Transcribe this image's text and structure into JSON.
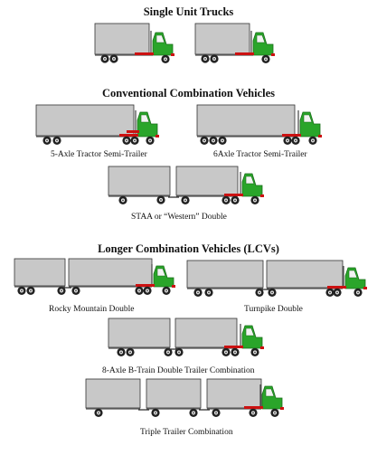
{
  "sections": [
    {
      "heading": "Single Unit Trucks",
      "vehicles": [
        {
          "id": "single-unit-truck-1",
          "caption": ""
        },
        {
          "id": "single-unit-truck-2",
          "caption": ""
        }
      ]
    },
    {
      "heading": "Conventional Combination Vehicles",
      "vehicles": [
        {
          "id": "five-axle-semi",
          "caption": "5-Axle Tractor Semi-Trailer"
        },
        {
          "id": "six-axle-semi",
          "caption": "6Axle Tractor Semi-Trailer"
        },
        {
          "id": "staa-western-double",
          "caption": "STAA or “Western” Double"
        }
      ]
    },
    {
      "heading": "Longer Combination Vehicles (LCVs)",
      "vehicles": [
        {
          "id": "rocky-mountain-double",
          "caption": "Rocky Mountain Double"
        },
        {
          "id": "turnpike-double",
          "caption": "Turnpike Double"
        },
        {
          "id": "eight-axle-b-train",
          "caption": "8-Axle B-Train Double Trailer Combination"
        },
        {
          "id": "triple-trailer",
          "caption": "Triple Trailer Combination"
        }
      ]
    }
  ],
  "colors": {
    "trailer_fill": "#c8c8c8",
    "trailer_stroke": "#333333",
    "cab_green": "#2aa52a",
    "cab_dark": "#1a6e1a",
    "bumper_red": "#cc1111",
    "wheel": "#222222"
  }
}
